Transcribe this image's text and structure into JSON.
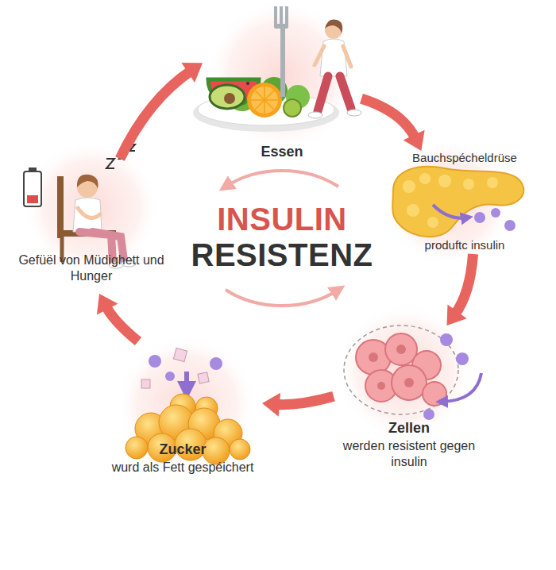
{
  "diagram": {
    "title": "INSULIN RESISTENZ",
    "nodes": [
      {
        "text": [
          "Essen"
        ]
      },
      {
        "text": [
          "Bauchspécheldrüse",
          "produftc insulin"
        ]
      },
      {
        "text": [
          "Zellen",
          "werden resistent gegen insulin"
        ]
      },
      {
        "text": [
          "Zucker",
          "wurd als Fett gespéichert"
        ]
      },
      {
        "text": [
          "Gefüël von Müdighett und Hunger"
        ]
      }
    ],
    "edges": [
      {
        "from": 0,
        "to": 1,
        "arrow": "to"
      },
      {
        "from": 1,
        "to": 2,
        "arrow": "to"
      },
      {
        "from": 2,
        "to": 3,
        "arrow": "to"
      },
      {
        "from": 3,
        "to": 4,
        "arrow": "to"
      },
      {
        "from": 4,
        "to": 0,
        "arrow": "to"
      }
    ]
  }
}
